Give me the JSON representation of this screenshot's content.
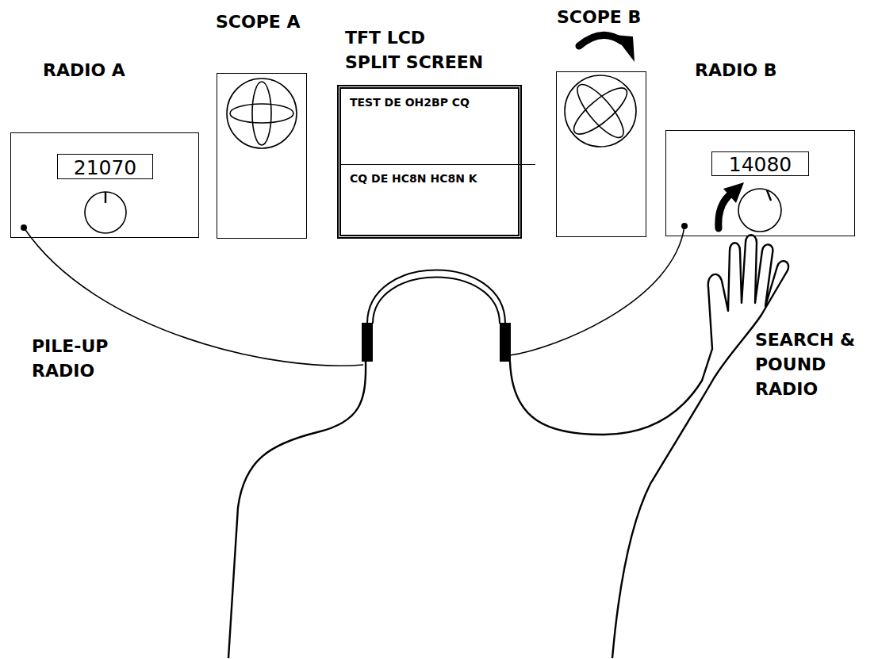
{
  "diagram": {
    "nodes": [
      {
        "text": [
          "RADIO A"
        ]
      },
      {
        "text": [
          "21070"
        ],
        "in": 0
      },
      {
        "text": [
          "SCOPE A"
        ]
      },
      {
        "text": [
          "TFT LCD SPLIT SCREEN"
        ]
      },
      {
        "text": [
          "TEST DE OH2BP CQ"
        ],
        "in": 3
      },
      {
        "text": [
          "CQ DE HC8N HC8N K"
        ],
        "in": 3
      },
      {
        "text": [
          "SCOPE B"
        ]
      },
      {
        "text": [
          "RADIO B"
        ]
      },
      {
        "text": [
          "14080"
        ],
        "in": 7
      }
    ],
    "labels": [
      "PILE-UP RADIO",
      "SEARCH & POUND RADIO"
    ]
  }
}
